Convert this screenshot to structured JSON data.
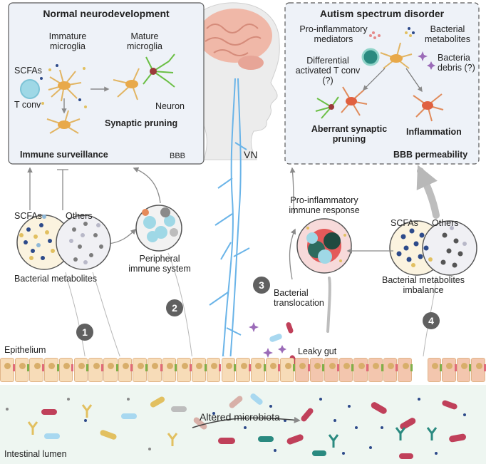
{
  "normal_panel": {
    "title": "Normal neurodevelopment",
    "immature_microglia": "Immature\nmicroglia",
    "mature_microglia": "Mature\nmicroglia",
    "scfas": "SCFAs",
    "t_conv": "T conv",
    "neuron": "Neuron",
    "synaptic_pruning": "Synaptic pruning",
    "immune_surveillance": "Immune surveillance",
    "bbb": "BBB"
  },
  "asd_panel": {
    "title": "Autism spectrum disorder",
    "pro_inflammatory_mediators": "Pro-inflammatory\nmediators",
    "bacterial_metabolites": "Bacterial\nmetabolites",
    "differential_t_conv": "Differential\nactivated T conv\n(?)",
    "bacteria_debris": "Bacteria\ndebris (?)",
    "aberrant_pruning": "Aberrant synaptic\npruning",
    "inflammation": "Inflammation",
    "bbb_permeability": "BBB  permeability"
  },
  "vn": "VN",
  "left_metabolites": {
    "scfas": "SCFAs",
    "others": "Others",
    "label": "Bacterial metabolites"
  },
  "peripheral": "Peripheral\nimmune system",
  "pro_inflammatory_response": "Pro-inflammatory\nimmune response",
  "right_metabolites": {
    "scfas": "SCFAs",
    "others": "Others",
    "label": "Bacterial metabolites\nimbalance"
  },
  "bacterial_translocation": "Bacterial\ntranslocation",
  "leaky_gut": "Leaky gut",
  "epithelium": "Epithelium",
  "altered_microbiota": "Altered microbiota",
  "intestinal_lumen": "Intestinal lumen",
  "steps": [
    "1",
    "2",
    "3",
    "4"
  ],
  "colors": {
    "panel_bg": "#eef2f8",
    "panel_border": "#5a5a5a",
    "vagus": "#6ab4e8",
    "epithelium": "#f7dcb8",
    "leaky_cells": "#f3c6ae",
    "lumen": "#eef6f1",
    "badge": "#606060"
  }
}
